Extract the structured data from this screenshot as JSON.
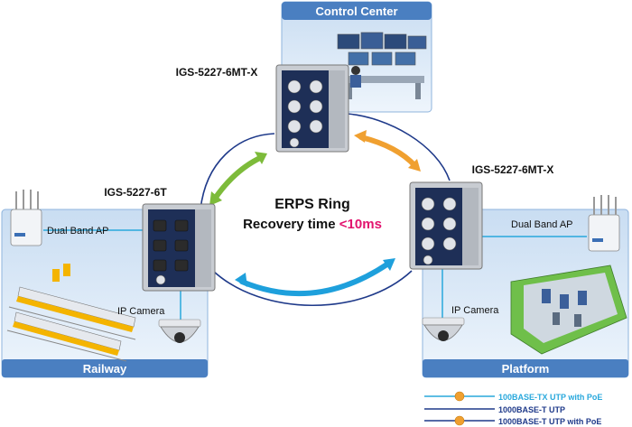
{
  "zones": {
    "control_center": "Control Center",
    "railway": "Railway",
    "platform": "Platform"
  },
  "devices": {
    "top": "IGS-5227-6MT-X",
    "left": "IGS-5227-6T",
    "right": "IGS-5227-6MT-X"
  },
  "ring": {
    "title": "ERPS Ring",
    "recovery_prefix": "Recovery time ",
    "recovery_value": "<10ms"
  },
  "endpoints": {
    "left_ap": "Dual Band AP",
    "right_ap": "Dual Band AP",
    "left_camera": "IP Camera",
    "right_camera": "IP Camera"
  },
  "legend": [
    {
      "label": "100BASE-TX UTP with PoE",
      "color": "#29a8dc",
      "poe": true
    },
    {
      "label": "1000BASE-T UTP",
      "color": "#1f3a8a",
      "poe": false
    },
    {
      "label": "1000BASE-T UTP with PoE",
      "color": "#1f3a8a",
      "poe": true
    }
  ],
  "colors": {
    "zone_header": "#4a7fc1",
    "zone_fill": "#dbe9f7",
    "arrow_green": "#7dbb3a",
    "arrow_orange": "#f0a030",
    "arrow_blue": "#1ea0dc",
    "ring_line": "#1f3a8a",
    "highlight": "#e2136e"
  }
}
